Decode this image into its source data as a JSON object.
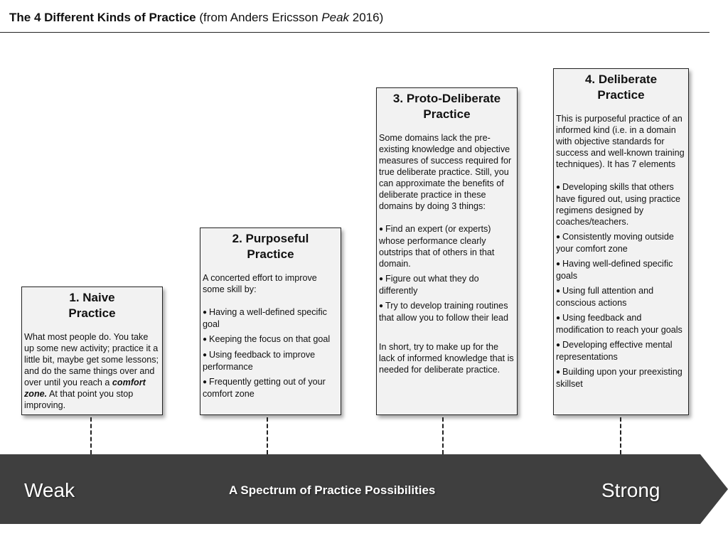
{
  "header": {
    "title_bold": "The 4 Different Kinds of Practice",
    "title_pre": " (from Anders Ericsson ",
    "title_book": "Peak",
    "title_post": " 2016)"
  },
  "cards": [
    {
      "heading": "1. Naive Practice",
      "intro_before": "What most people do. You take up some new activity; practice it a little bit, maybe get some lessons; and do the same things over and over until you reach a ",
      "intro_emphasis": "comfort zone.",
      "intro_after": " At that point you stop improving."
    },
    {
      "heading": "2. Purposeful Practice",
      "intro": "A concerted effort to improve some skill by:",
      "bullets": [
        "Having a well-defined specific goal",
        "Keeping the focus on that goal",
        "Using feedback to improve performance",
        "Frequently getting out of your comfort zone"
      ]
    },
    {
      "heading": "3. Proto-Deliberate Practice",
      "intro": "Some domains lack the pre-existing knowledge and objective measures of success required for true deliberate practice. Still, you can approximate the benefits of deliberate practice in these domains by doing 3 things:",
      "bullets": [
        "Find an expert (or experts) whose performance clearly outstrips that of others in that domain.",
        "Figure out what they do differently",
        "Try to develop training routines that allow you to follow their lead"
      ],
      "outro": "In short, try to make up for the lack of informed knowledge that is needed for deliberate practice."
    },
    {
      "heading": "4. Deliberate Practice",
      "intro": "This is purposeful practice of an informed kind (i.e. in a domain with objective standards for success and well-known training techniques). It has 7 elements",
      "bullets": [
        "Developing skills that others have figured out, using practice regimens designed by coaches/teachers.",
        "Consistently moving outside your comfort zone",
        "Having well-defined specific goals",
        "Using full attention and conscious actions",
        "Using feedback and modification to reach your goals",
        "Developing effective mental representations",
        "Building upon your preexisting skillset"
      ]
    }
  ],
  "spectrum": {
    "left_label": "Weak",
    "center_label": "A Spectrum of Practice Possibilities",
    "right_label": "Strong",
    "arrow_color": "#3f3f3f"
  }
}
